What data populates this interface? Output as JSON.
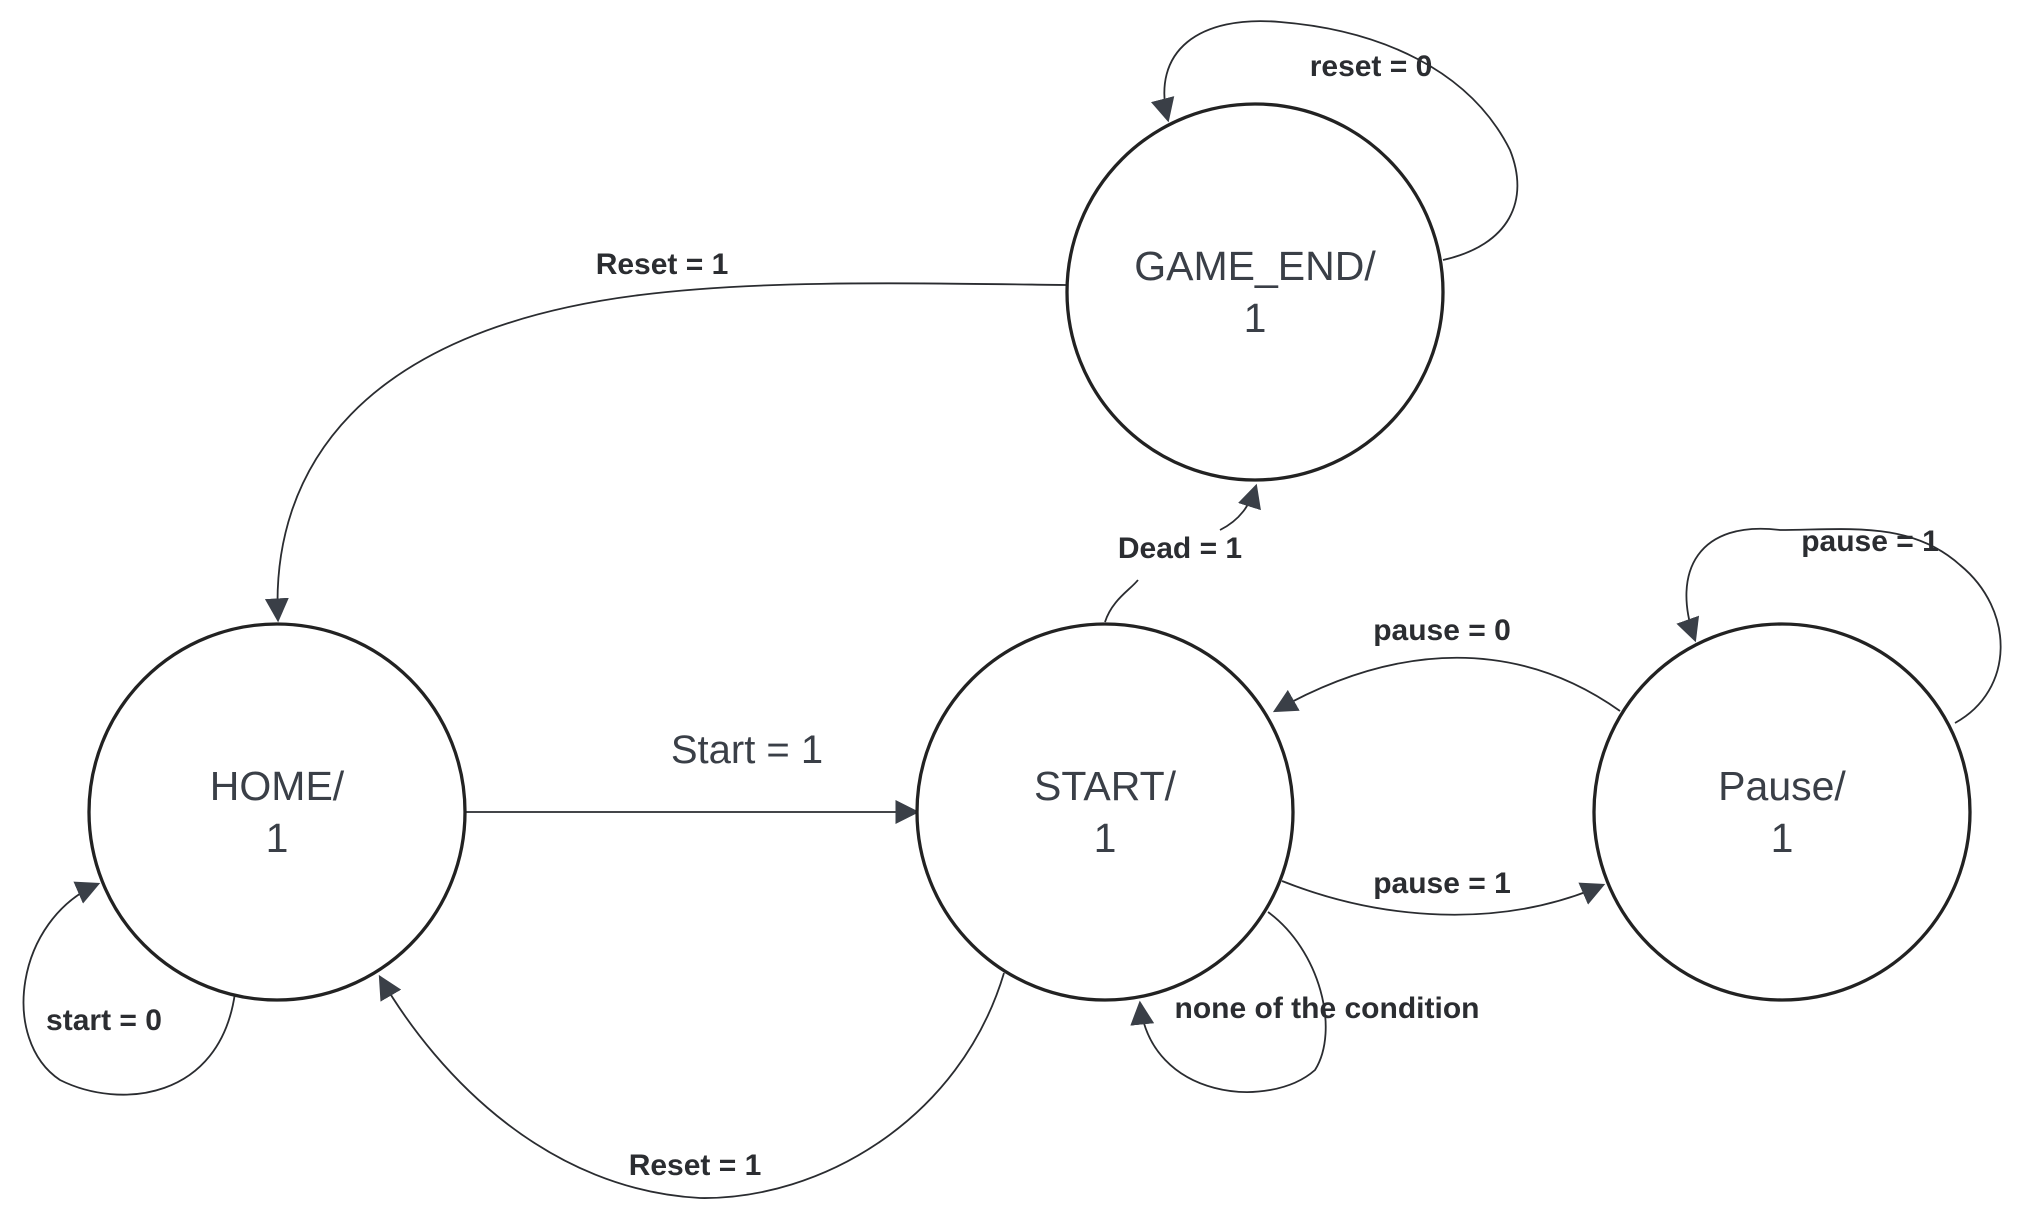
{
  "states": {
    "home": {
      "line1": "HOME/",
      "line2": "1"
    },
    "start": {
      "line1": "START/",
      "line2": "1"
    },
    "game_end": {
      "line1": "GAME_END/",
      "line2": "1"
    },
    "pause": {
      "line1": "Pause/",
      "line2": "1"
    }
  },
  "transitions": {
    "home_to_start": "Start = 1",
    "home_self": "start = 0",
    "start_to_home": "Reset = 1",
    "start_to_game_end": "Dead = 1",
    "start_to_pause": "pause = 1",
    "start_self": "none of the condition",
    "pause_to_start": "pause = 0",
    "pause_self": "pause = 1",
    "game_end_to_home": "Reset = 1",
    "game_end_self": "reset = 0"
  }
}
